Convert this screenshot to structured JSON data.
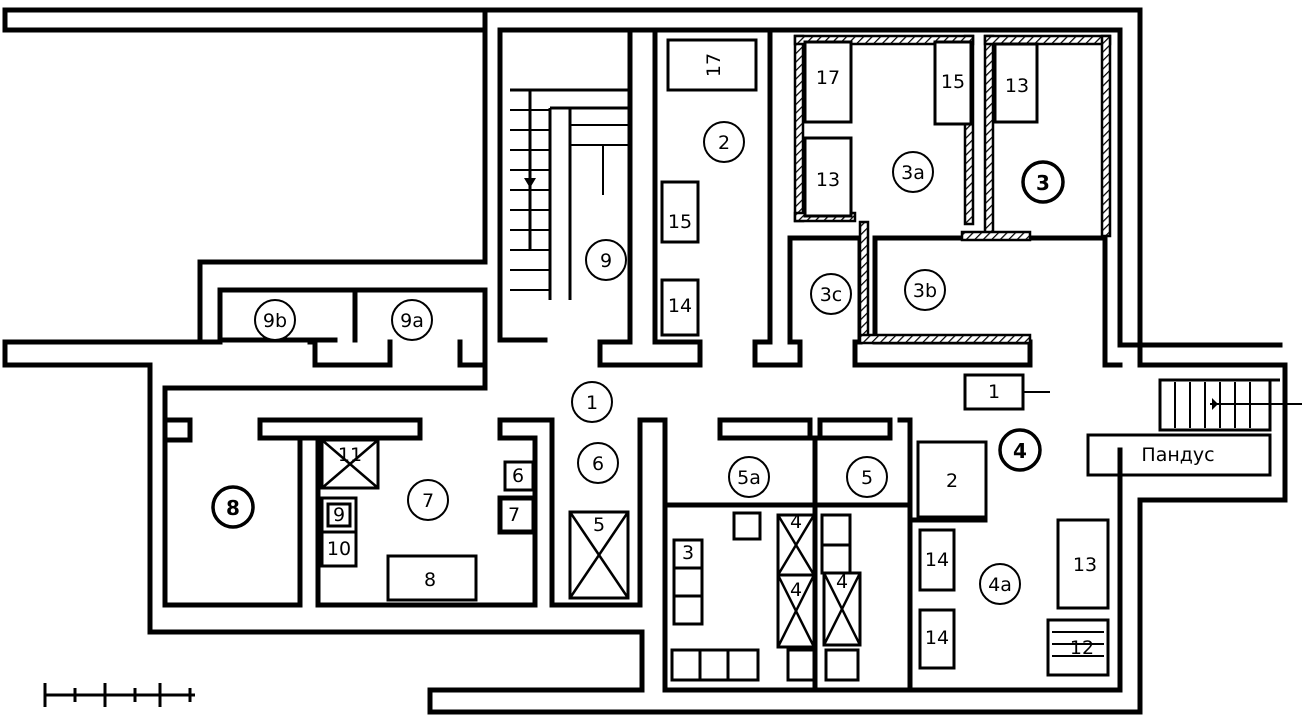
{
  "rooms": [
    {
      "id": "r1",
      "label": "1"
    },
    {
      "id": "r2",
      "label": "2"
    },
    {
      "id": "r3",
      "label": "3"
    },
    {
      "id": "r3a",
      "label": "3a"
    },
    {
      "id": "r3b",
      "label": "3b"
    },
    {
      "id": "r3c",
      "label": "3c"
    },
    {
      "id": "r4",
      "label": "4"
    },
    {
      "id": "r4a",
      "label": "4a"
    },
    {
      "id": "r5",
      "label": "5"
    },
    {
      "id": "r5a",
      "label": "5a"
    },
    {
      "id": "r6",
      "label": "6"
    },
    {
      "id": "r7",
      "label": "7"
    },
    {
      "id": "r8",
      "label": "8"
    },
    {
      "id": "r9",
      "label": "9"
    },
    {
      "id": "r9a",
      "label": "9a"
    },
    {
      "id": "r9b",
      "label": "9b"
    }
  ],
  "equipment": {
    "e17a": "17",
    "e17b": "17",
    "e15a": "15",
    "e15b": "15",
    "e14a": "14",
    "e14b": "14",
    "e14c": "14",
    "e13a": "13",
    "e13b": "13",
    "e13c": "13",
    "e12": "12",
    "e11": "11",
    "e10": "10",
    "e9": "9",
    "e8": "8",
    "e7": "7",
    "e6": "6",
    "e5": "5",
    "e4a": "4",
    "e4b": "4",
    "e4c": "4",
    "e3": "3",
    "e2": "2",
    "e1": "1"
  },
  "ramp_label": "Пандус"
}
